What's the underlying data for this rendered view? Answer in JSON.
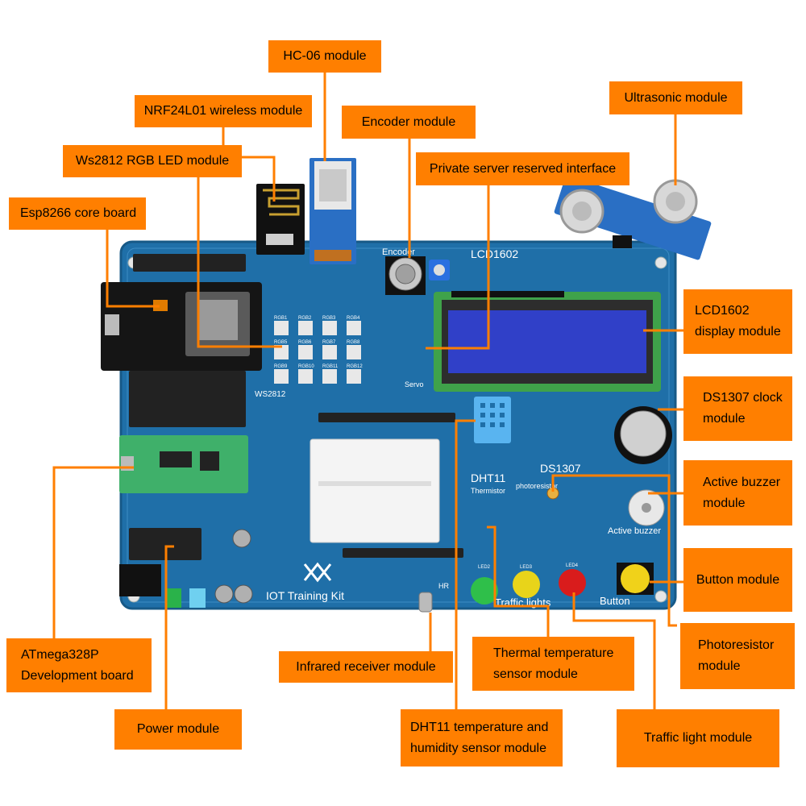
{
  "board": {
    "title": "IOT Training Kit",
    "silkscreen": {
      "lcd": "LCD1602",
      "ws2812": "WS2812",
      "dht11": "DHT11",
      "ds1307": "DS1307",
      "thermistor": "Thermistor",
      "photoresistor": "photoresistor",
      "active_buzzer": "Active buzzer",
      "traffic_lights": "Traffic lights",
      "button": "Button",
      "servo": "Servo",
      "encoder": "Encoder",
      "hr": "HR",
      "led2": "LED2",
      "led3": "LED3",
      "led4": "LED4",
      "rgb_labels": [
        "RGB1",
        "RGB2",
        "RGB3",
        "RGB4",
        "RGB5",
        "RGB6",
        "RGB7",
        "RGB8",
        "RGB9",
        "RGB10",
        "RGB11",
        "RGB12"
      ]
    }
  },
  "callouts": {
    "hc06": "HC-06 module",
    "nrf24l01": "NRF24L01 wireless module",
    "encoder": "Encoder module",
    "ultrasonic": "Ultrasonic module",
    "ws2812": "Ws2812 RGB LED module",
    "private_server": "Private server reserved interface",
    "esp8266": "Esp8266 core board",
    "lcd1602": [
      "LCD1602",
      "display module"
    ],
    "ds1307": [
      "DS1307 clock",
      "module"
    ],
    "active_buzzer": [
      "Active buzzer",
      "module"
    ],
    "button": "Button module",
    "photoresistor": [
      "Photoresistor",
      "module"
    ],
    "atmega": [
      "ATmega328P",
      "Development board"
    ],
    "infrared": "Infrared receiver module",
    "thermal": [
      "Thermal temperature",
      "sensor module"
    ],
    "power": "Power module",
    "dht11": [
      "DHT11 temperature and",
      "humidity sensor module"
    ],
    "traffic": "Traffic light module"
  },
  "colors": {
    "callout_fill": "#ff7f00",
    "leader_line": "#ff7f00",
    "board_blue": "#1f6fa8",
    "board_edge": "#175987",
    "led_green": "#2fbf4a",
    "led_yellow": "#e8d41a",
    "led_red": "#d91c1c"
  }
}
